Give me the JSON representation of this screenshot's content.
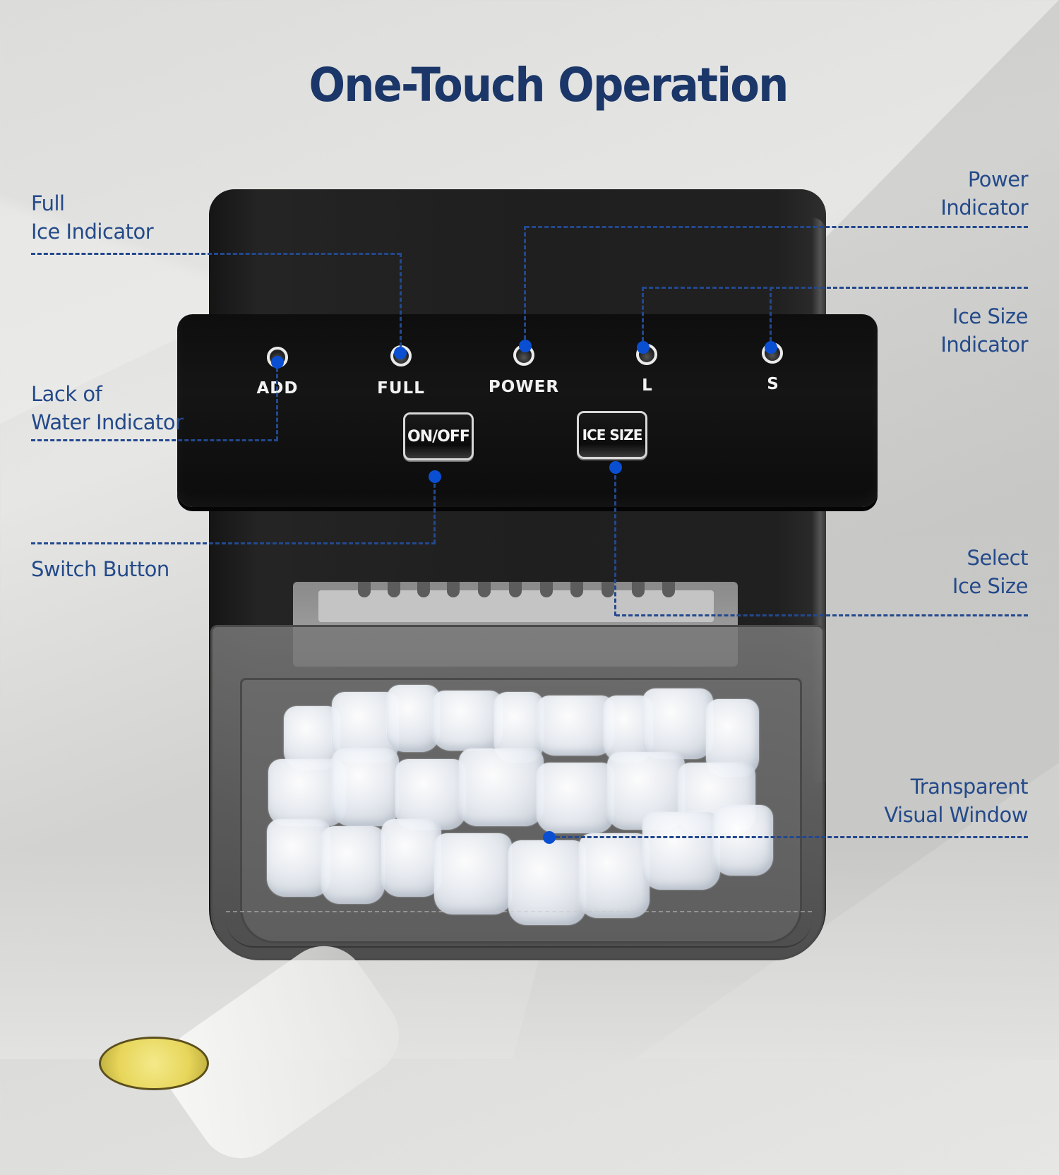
{
  "title": "One-Touch Operation",
  "colors": {
    "title": "#1b3668",
    "label_text": "#244a8a",
    "leader_line": "#23488e",
    "leader_dot": "#0a4fd1",
    "panel": "#0e0e0e",
    "panel_text": "#f2f2f2"
  },
  "control_panel": {
    "indicators": [
      {
        "id": "add",
        "label": "ADD"
      },
      {
        "id": "full",
        "label": "FULL"
      },
      {
        "id": "power",
        "label": "POWER"
      },
      {
        "id": "l",
        "label": "L"
      },
      {
        "id": "s",
        "label": "S"
      }
    ],
    "buttons": [
      {
        "id": "on_off",
        "label": "ON/OFF"
      },
      {
        "id": "ice_size",
        "label": "ICE SIZE"
      }
    ]
  },
  "callouts": {
    "left": [
      {
        "id": "full_ice",
        "line1": "Full",
        "line2": "Ice Indicator"
      },
      {
        "id": "lack_water",
        "line1": "Lack of",
        "line2": "Water Indicator"
      },
      {
        "id": "switch",
        "line1": "Switch Button"
      }
    ],
    "right": [
      {
        "id": "power",
        "line1": "Power",
        "line2": "Indicator"
      },
      {
        "id": "ice_size_ind",
        "line1": "Ice Size",
        "line2": "Indicator"
      },
      {
        "id": "select_size",
        "line1": "Select",
        "line2": "Ice Size"
      },
      {
        "id": "window",
        "line1": "Transparent",
        "line2": "Visual Window"
      }
    ]
  }
}
